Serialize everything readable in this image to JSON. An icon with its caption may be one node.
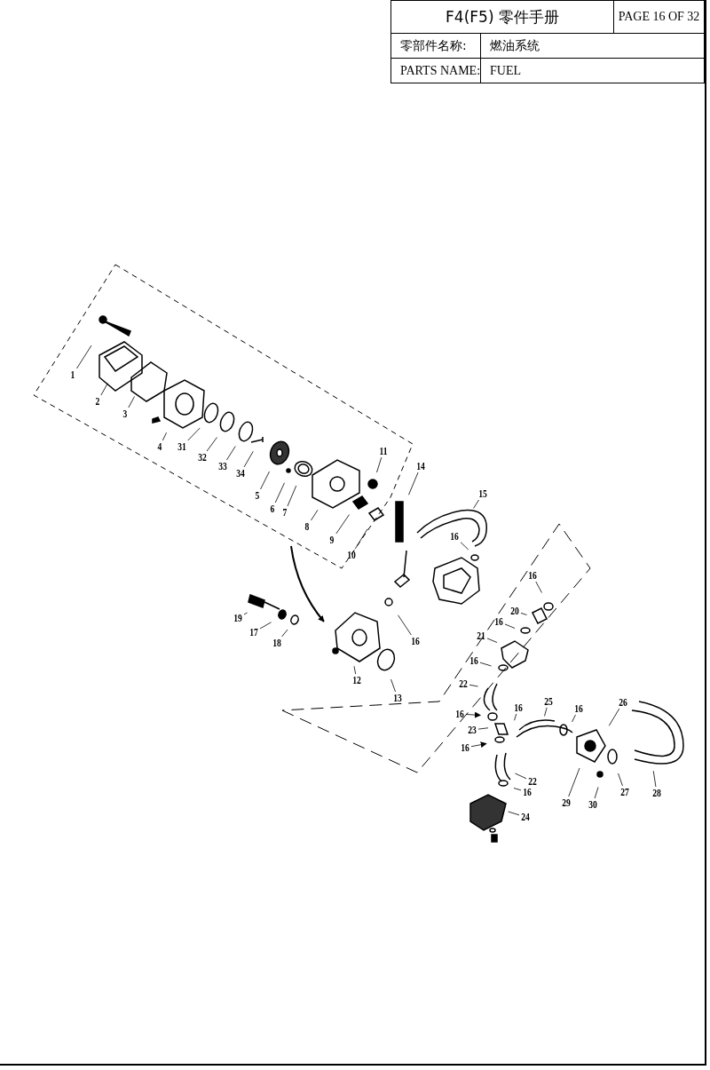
{
  "diagram": {
    "title": "F4(F5) 零件手册",
    "nodes": [
      {
        "text": [
          "1"
        ]
      },
      {
        "text": [
          "2"
        ]
      },
      {
        "text": [
          "3"
        ]
      },
      {
        "text": [
          "4"
        ]
      },
      {
        "text": [
          "31"
        ]
      },
      {
        "text": [
          "32"
        ]
      },
      {
        "text": [
          "33"
        ]
      },
      {
        "text": [
          "34"
        ]
      },
      {
        "text": [
          "5"
        ]
      },
      {
        "text": [
          "6"
        ]
      },
      {
        "text": [
          "7"
        ]
      },
      {
        "text": [
          "8"
        ]
      },
      {
        "text": [
          "11"
        ]
      },
      {
        "text": [
          "9"
        ]
      },
      {
        "text": [
          "10"
        ]
      },
      {
        "text": [
          "14"
        ]
      },
      {
        "text": [
          "15"
        ]
      },
      {
        "text": [
          "16"
        ]
      },
      {
        "text": [
          "16"
        ]
      },
      {
        "text": [
          "20"
        ]
      },
      {
        "text": [
          "16"
        ]
      },
      {
        "text": [
          "21"
        ]
      },
      {
        "text": [
          "16"
        ]
      },
      {
        "text": [
          "22"
        ]
      },
      {
        "text": [
          "19"
        ]
      },
      {
        "text": [
          "17"
        ]
      },
      {
        "text": [
          "18"
        ]
      },
      {
        "text": [
          "16"
        ]
      },
      {
        "text": [
          "12"
        ]
      },
      {
        "text": [
          "13"
        ]
      },
      {
        "text": [
          "16"
        ]
      },
      {
        "text": [
          "23"
        ]
      },
      {
        "text": [
          "16"
        ]
      },
      {
        "text": [
          "16"
        ]
      },
      {
        "text": [
          "25"
        ]
      },
      {
        "text": [
          "16"
        ]
      },
      {
        "text": [
          "26"
        ]
      },
      {
        "text": [
          "29"
        ]
      },
      {
        "text": [
          "30"
        ]
      },
      {
        "text": [
          "27"
        ]
      },
      {
        "text": [
          "28"
        ]
      },
      {
        "text": [
          "22"
        ]
      },
      {
        "text": [
          "16"
        ]
      },
      {
        "text": [
          "24"
        ]
      }
    ],
    "edges": [
      {
        "from": 0,
        "to": null,
        "arrow": "none"
      },
      {
        "from": 1,
        "to": null,
        "arrow": "none"
      },
      {
        "from": 2,
        "to": null,
        "arrow": "none"
      },
      {
        "from": 3,
        "to": null,
        "arrow": "none"
      },
      {
        "from": 4,
        "to": null,
        "arrow": "none"
      },
      {
        "from": 5,
        "to": null,
        "arrow": "none"
      },
      {
        "from": 6,
        "to": null,
        "arrow": "none"
      },
      {
        "from": 7,
        "to": null,
        "arrow": "none"
      },
      {
        "from": 8,
        "to": null,
        "arrow": "none"
      },
      {
        "from": 9,
        "to": null,
        "arrow": "none"
      },
      {
        "from": 10,
        "to": null,
        "arrow": "none"
      },
      {
        "from": 11,
        "to": null,
        "arrow": "none"
      },
      {
        "from": 12,
        "to": null,
        "arrow": "none"
      },
      {
        "from": 13,
        "to": null,
        "arrow": "none"
      },
      {
        "from": 14,
        "to": null,
        "arrow": "none"
      },
      {
        "from": 15,
        "to": null,
        "arrow": "none"
      },
      {
        "from": 16,
        "to": null,
        "arrow": "none"
      },
      {
        "from": 17,
        "to": null,
        "arrow": "none"
      },
      {
        "from": 18,
        "to": null,
        "arrow": "none"
      },
      {
        "from": 19,
        "to": null,
        "arrow": "none"
      },
      {
        "from": 20,
        "to": null,
        "arrow": "none"
      },
      {
        "from": 21,
        "to": null,
        "arrow": "none"
      },
      {
        "from": 22,
        "to": null,
        "arrow": "none"
      },
      {
        "from": 23,
        "to": null,
        "arrow": "none"
      },
      {
        "from": 24,
        "to": null,
        "arrow": "none"
      },
      {
        "from": 25,
        "to": null,
        "arrow": "none"
      },
      {
        "from": 26,
        "to": null,
        "arrow": "none"
      },
      {
        "from": 27,
        "to": null,
        "arrow": "none"
      },
      {
        "from": 28,
        "to": null,
        "arrow": "none"
      },
      {
        "from": 29,
        "to": null,
        "arrow": "none"
      },
      {
        "from": 30,
        "to": null,
        "arrow": "to"
      },
      {
        "from": 31,
        "to": null,
        "arrow": "none"
      },
      {
        "from": 32,
        "to": null,
        "arrow": "to"
      },
      {
        "from": 33,
        "to": null,
        "arrow": "none"
      },
      {
        "from": 34,
        "to": null,
        "arrow": "none"
      },
      {
        "from": 35,
        "to": null,
        "arrow": "none"
      },
      {
        "from": 36,
        "to": null,
        "arrow": "none"
      },
      {
        "from": 37,
        "to": null,
        "arrow": "none"
      },
      {
        "from": 38,
        "to": null,
        "arrow": "none"
      },
      {
        "from": 39,
        "to": null,
        "arrow": "none"
      },
      {
        "from": 40,
        "to": null,
        "arrow": "none"
      },
      {
        "from": 41,
        "to": null,
        "arrow": "none"
      },
      {
        "from": 42,
        "to": null,
        "arrow": "none"
      },
      {
        "from": 43,
        "to": null,
        "arrow": "none"
      }
    ],
    "labels": [
      "PAGE 16 OF 32",
      "零部件名称:",
      "燃油系统",
      "PARTS NAME:",
      "FUEL"
    ]
  }
}
